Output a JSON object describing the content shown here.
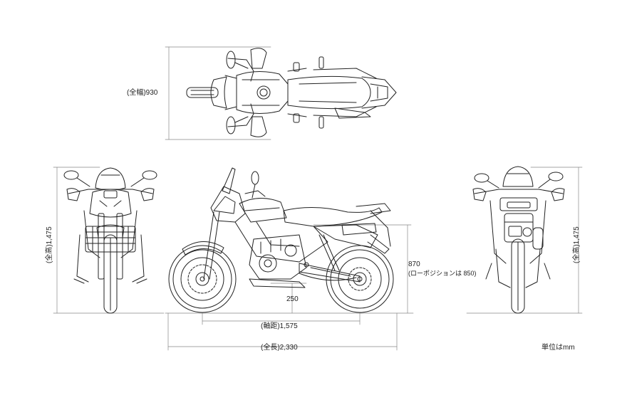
{
  "labels": {
    "overall_width": "(全幅)930",
    "overall_height_left": "(全高)1,475",
    "overall_height_right": "(全高)1,475",
    "seat_height": "870",
    "seat_height_low": "(ローポジションは 850)",
    "ground_clearance": "250",
    "wheelbase": "(軸距)1,575",
    "overall_length": "(全長)2,330",
    "unit": "単位はmm"
  },
  "colors": {
    "line": "#222222",
    "dimension": "#888888"
  }
}
